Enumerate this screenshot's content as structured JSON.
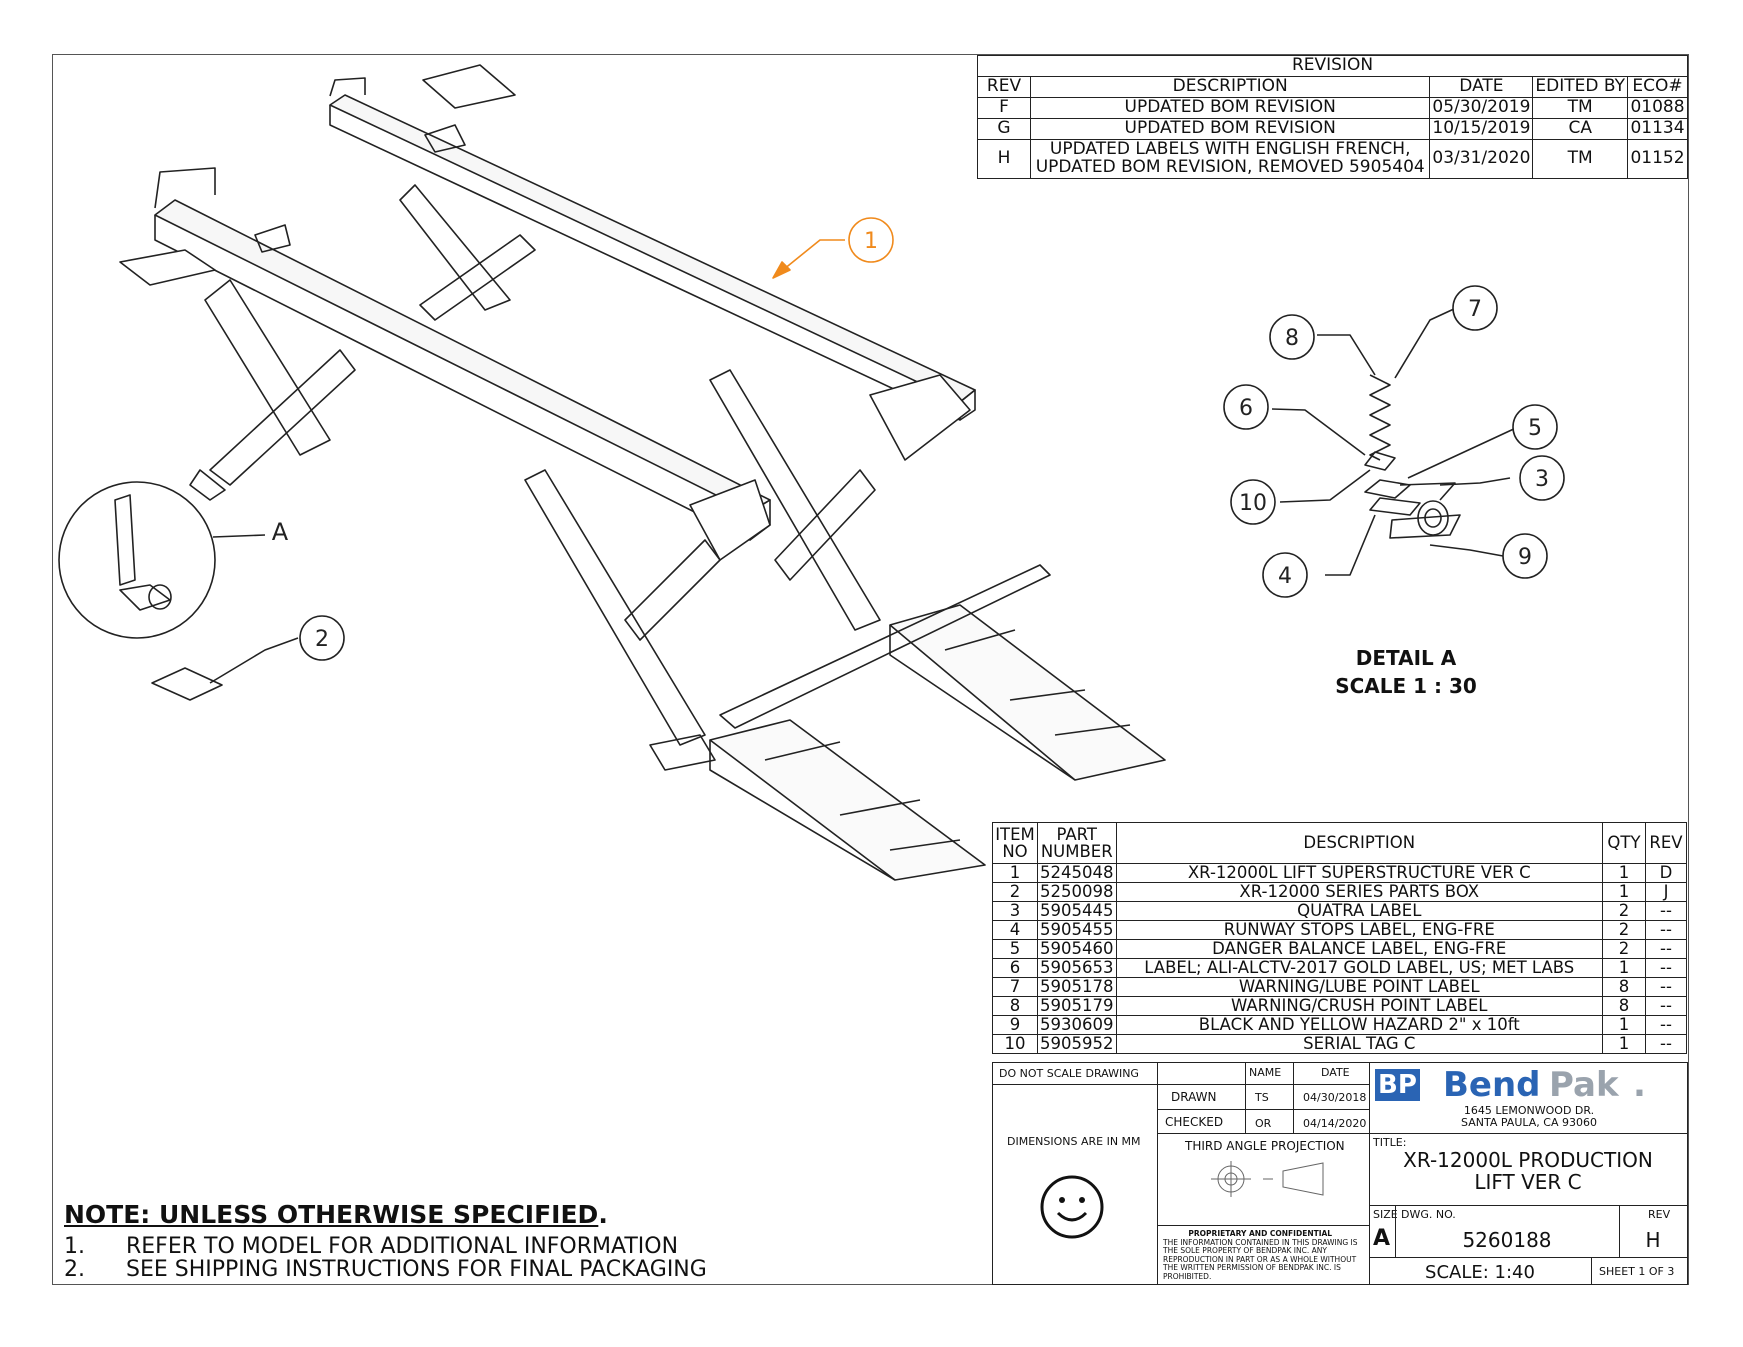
{
  "revision": {
    "title": "REVISION",
    "headers": [
      "REV",
      "DESCRIPTION",
      "DATE",
      "EDITED BY",
      "ECO#"
    ],
    "rows": [
      {
        "rev": "F",
        "description": "UPDATED BOM REVISION",
        "date": "05/30/2019",
        "edited_by": "TM",
        "eco": "01088"
      },
      {
        "rev": "G",
        "description": "UPDATED BOM REVISION",
        "date": "10/15/2019",
        "edited_by": "CA",
        "eco": "01134"
      },
      {
        "rev": "H",
        "description": "UPDATED LABELS WITH ENGLISH FRENCH,",
        "description2": "UPDATED BOM REVISION, REMOVED 5905404",
        "date": "03/31/2020",
        "edited_by": "TM",
        "eco": "01152"
      }
    ]
  },
  "balloons": {
    "b1": "1",
    "b2": "2",
    "b3": "3",
    "b4": "4",
    "b5": "5",
    "b6": "6",
    "b7": "7",
    "b8": "8",
    "b9": "9",
    "b10": "10"
  },
  "detail_label": "A",
  "detail_caption": {
    "line1": "DETAIL A",
    "line2": "SCALE 1 : 30"
  },
  "bom": {
    "headers": {
      "item1": "ITEM",
      "item2": "NO",
      "part1": "PART",
      "part2": "NUMBER",
      "description": "DESCRIPTION",
      "qty": "QTY",
      "rev": "REV"
    },
    "rows": [
      {
        "item": "1",
        "part": "5245048",
        "description": "XR-12000L LIFT SUPERSTRUCTURE VER C",
        "qty": "1",
        "rev": "D"
      },
      {
        "item": "2",
        "part": "5250098",
        "description": "XR-12000 SERIES PARTS BOX",
        "qty": "1",
        "rev": "J"
      },
      {
        "item": "3",
        "part": "5905445",
        "description": "QUATRA LABEL",
        "qty": "2",
        "rev": "--"
      },
      {
        "item": "4",
        "part": "5905455",
        "description": "RUNWAY STOPS LABEL, ENG-FRE",
        "qty": "2",
        "rev": "--"
      },
      {
        "item": "5",
        "part": "5905460",
        "description": "DANGER BALANCE LABEL, ENG-FRE",
        "qty": "2",
        "rev": "--"
      },
      {
        "item": "6",
        "part": "5905653",
        "description": "LABEL; ALI-ALCTV-2017 GOLD LABEL, US;  MET LABS",
        "qty": "1",
        "rev": "--"
      },
      {
        "item": "7",
        "part": "5905178",
        "description": "WARNING/LUBE POINT LABEL",
        "qty": "8",
        "rev": "--"
      },
      {
        "item": "8",
        "part": "5905179",
        "description": "WARNING/CRUSH POINT LABEL",
        "qty": "8",
        "rev": "--"
      },
      {
        "item": "9",
        "part": "5930609",
        "description": "BLACK AND YELLOW HAZARD 2\" x 10ft",
        "qty": "1",
        "rev": "--"
      },
      {
        "item": "10",
        "part": "5905952",
        "description": "SERIAL TAG C",
        "qty": "1",
        "rev": "--"
      }
    ]
  },
  "title_block": {
    "do_not_scale": "DO NOT SCALE DRAWING",
    "name_hdr": "NAME",
    "date_hdr": "DATE",
    "drawn_label": "DRAWN",
    "drawn_name": "TS",
    "drawn_date": "04/30/2018",
    "checked_label": "CHECKED",
    "checked_name": "OR",
    "checked_date": "04/14/2020",
    "dimensions": "DIMENSIONS ARE IN MM",
    "projection": "THIRD ANGLE PROJECTION",
    "logo_bp": "BP",
    "logo_bend": "Bend",
    "logo_pak": "Pak",
    "logo_dot": ".",
    "address1": "1645 LEMONWOOD DR.",
    "address2": "SANTA PAULA, CA 93060",
    "title_label": "TITLE:",
    "title1": "XR-12000L PRODUCTION",
    "title2": "LIFT VER C",
    "prop_title": "PROPRIETARY AND CONFIDENTIAL",
    "prop_l1": "THE INFORMATION CONTAINED IN THIS DRAWING IS",
    "prop_l2": "THE SOLE PROPERTY OF BENDPAK INC. ANY",
    "prop_l3": "REPRODUCTION IN PART OR AS A WHOLE WITHOUT",
    "prop_l4": "THE WRITTEN PERMISSION OF BENDPAK INC. IS",
    "prop_l5": "PROHIBITED.",
    "size_label": "SIZE",
    "size": "A",
    "dwg_label": "DWG.  NO.",
    "dwg_no": "5260188",
    "rev_label": "REV",
    "rev": "H",
    "scale": "SCALE: 1:40",
    "sheet": "SHEET 1 OF 3"
  },
  "notes": {
    "title": "NOTE: UNLESS OTHERWISE SPECIFIED",
    "period": ".",
    "items": [
      {
        "num": "1.",
        "text": "REFER TO MODEL FOR ADDITIONAL INFORMATION"
      },
      {
        "num": "2.",
        "text": "SEE SHIPPING INSTRUCTIONS FOR FINAL PACKAGING"
      }
    ]
  },
  "colors": {
    "balloon1": "#f08a1c",
    "logo_blue": "#2a64b4",
    "logo_gray": "#9aa3ad"
  }
}
